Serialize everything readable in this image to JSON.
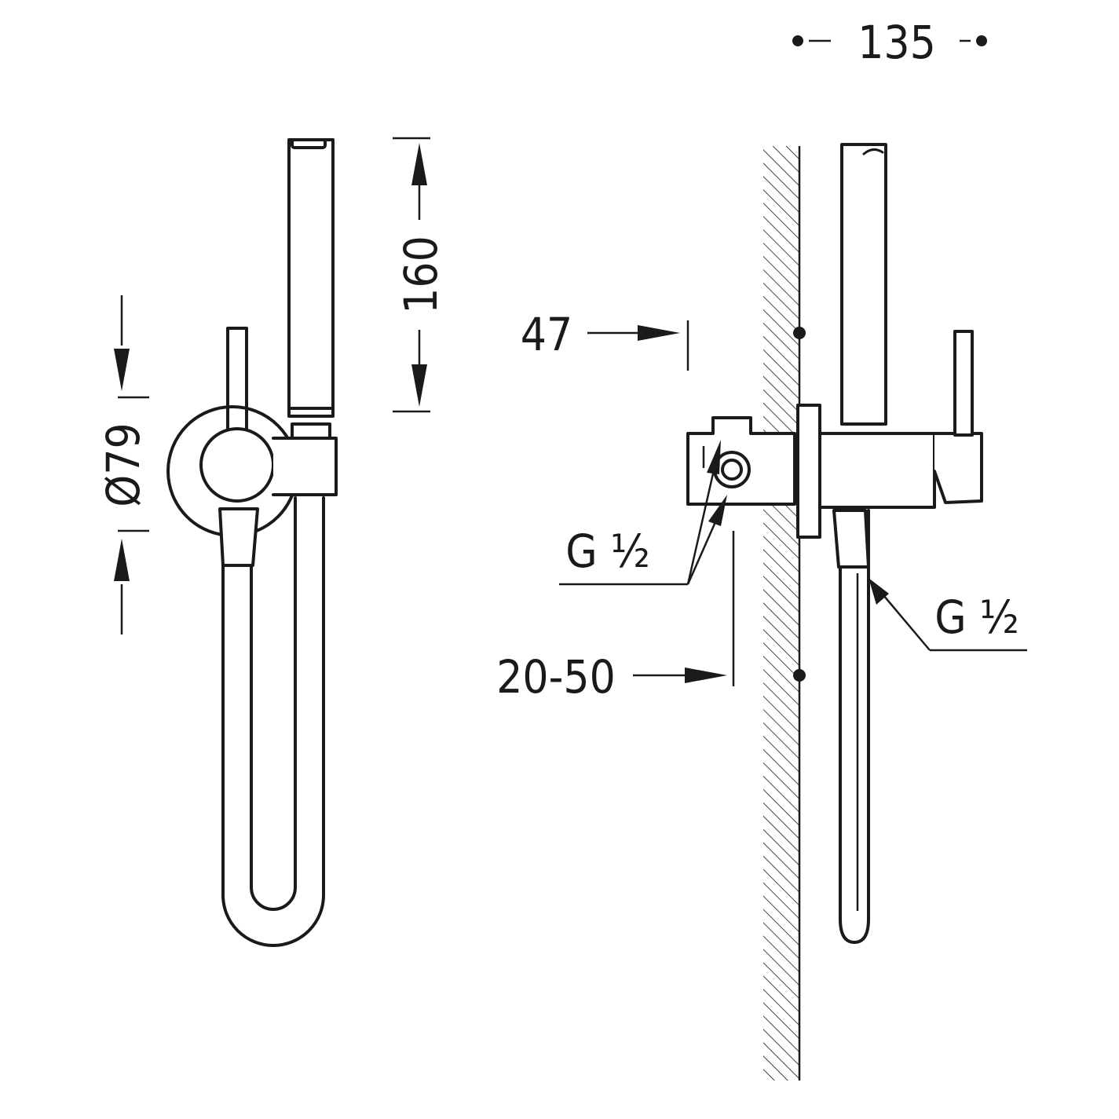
{
  "dimensions": {
    "width_135": "135",
    "height_160": "160",
    "diameter_79": "Ø79",
    "depth_47": "47",
    "wall_range": "20-50",
    "thread_inlet": "G ½",
    "thread_outlet": "G ½"
  },
  "colors": {
    "line": "#1a1a1a",
    "background": "#ffffff"
  }
}
